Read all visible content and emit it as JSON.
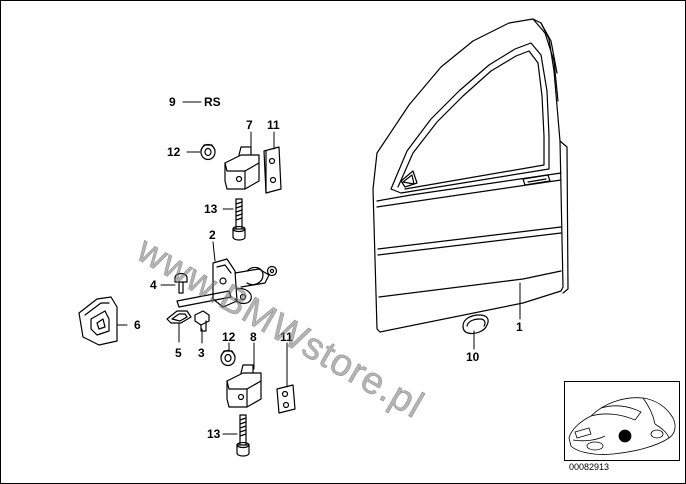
{
  "labels": {
    "p1": "1",
    "p2": "2",
    "p3": "3",
    "p4": "4",
    "p5": "5",
    "p6": "6",
    "p7": "7",
    "p8": "8",
    "p9": "9",
    "rs": "RS",
    "p10": "10",
    "p11a": "11",
    "p11b": "11",
    "p12a": "12",
    "p12b": "12",
    "p13a": "13",
    "p13b": "13"
  },
  "watermark": "www.BMWstore.pl",
  "diagram_number": "00082913",
  "colors": {
    "line": "#000000",
    "watermark": "#8a8a8a",
    "background": "#ffffff"
  }
}
